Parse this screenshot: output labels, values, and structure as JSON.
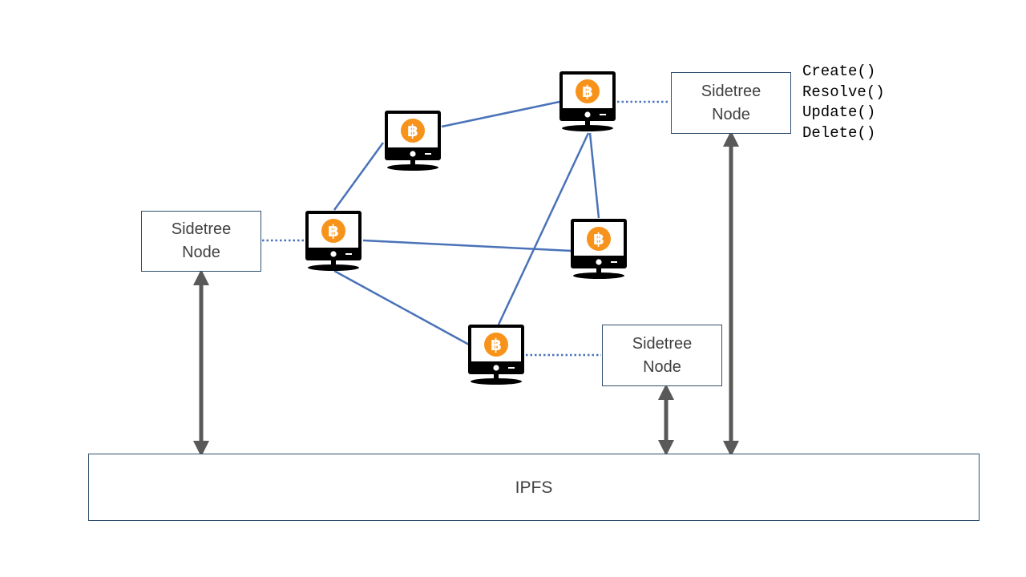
{
  "sidetree_nodes": [
    {
      "line1": "Sidetree",
      "line2": "Node"
    },
    {
      "line1": "Sidetree",
      "line2": "Node"
    },
    {
      "line1": "Sidetree",
      "line2": "Node"
    }
  ],
  "storage": {
    "label": "IPFS"
  },
  "api_methods": [
    "Create()",
    "Resolve()",
    "Update()",
    "Delete()"
  ],
  "bitcoin_nodes": [
    {
      "icon": "bitcoin-icon"
    },
    {
      "icon": "bitcoin-icon"
    },
    {
      "icon": "bitcoin-icon"
    },
    {
      "icon": "bitcoin-icon"
    },
    {
      "icon": "bitcoin-icon"
    },
    {
      "icon": "bitcoin-icon"
    }
  ],
  "colors": {
    "network_link": "#4a72b8",
    "sidetree_link": "#4a72b8",
    "arrow": "#595959",
    "bitcoin": "#f7931a",
    "box_border": "#2f4f6f",
    "text": "#404040"
  }
}
